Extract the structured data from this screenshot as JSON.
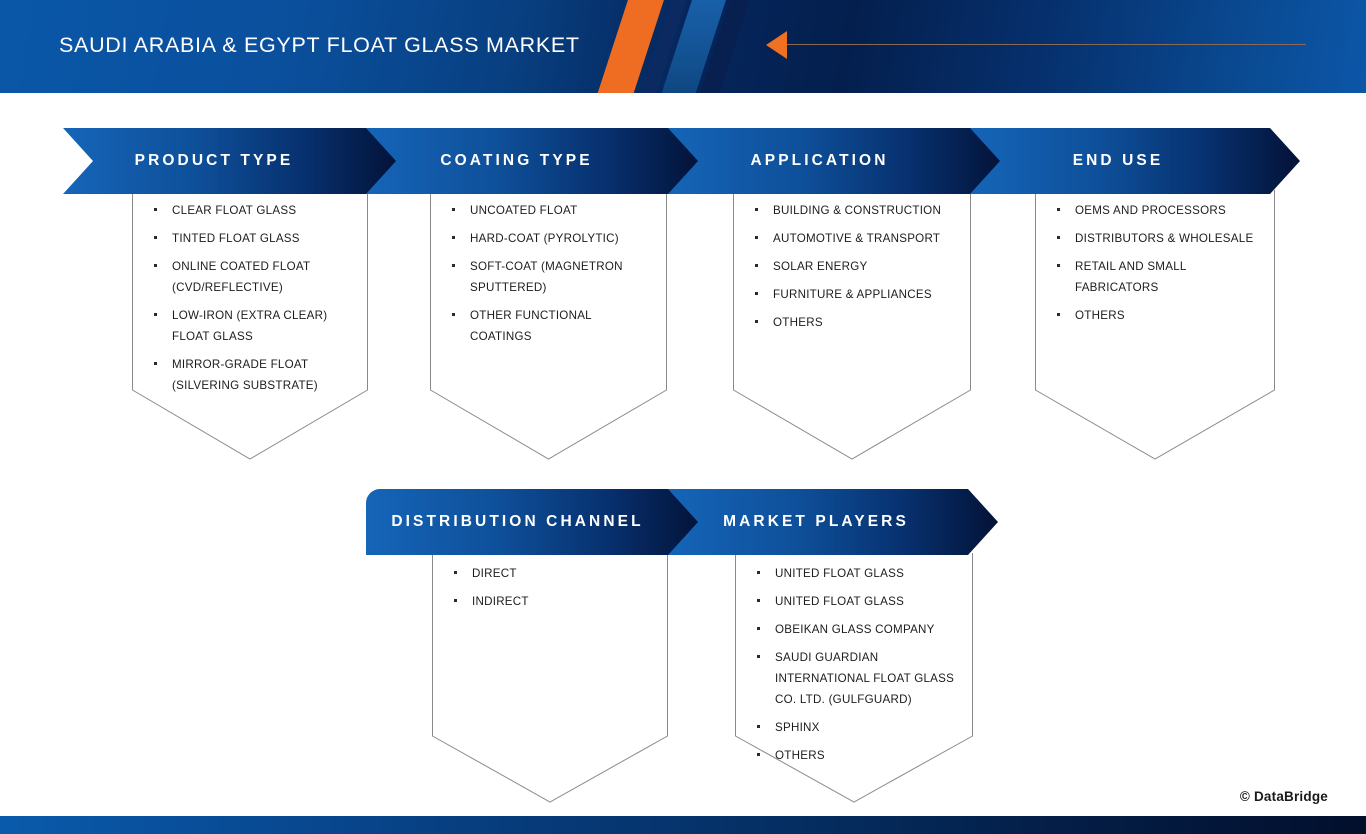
{
  "header": {
    "title": "SAUDI ARABIA & EGYPT FLOAT GLASS MARKET",
    "arrow_icon": "left-arrow-icon",
    "accent_orange": "#ef6c23",
    "brand_blue": "#0a57a8",
    "navy": "#041f4e"
  },
  "categories": [
    {
      "id": "product-type",
      "title": "PRODUCT TYPE",
      "items": [
        "CLEAR FLOAT GLASS",
        "TINTED FLOAT GLASS",
        "ONLINE COATED FLOAT (CVD/REFLECTIVE)",
        "LOW-IRON (EXTRA CLEAR) FLOAT GLASS",
        "MIRROR-GRADE FLOAT (SILVERING SUBSTRATE)"
      ]
    },
    {
      "id": "coating-type",
      "title": "COATING TYPE",
      "items": [
        "UNCOATED FLOAT",
        "HARD-COAT (PYROLYTIC)",
        "SOFT-COAT (MAGNETRON SPUTTERED)",
        "OTHER FUNCTIONAL COATINGS"
      ]
    },
    {
      "id": "application",
      "title": "APPLICATION",
      "items": [
        "BUILDING & CONSTRUCTION",
        "AUTOMOTIVE & TRANSPORT",
        "SOLAR ENERGY",
        "FURNITURE & APPLIANCES",
        "OTHERS"
      ]
    },
    {
      "id": "end-use",
      "title": "END USE",
      "items": [
        "OEMS AND PROCESSORS",
        "DISTRIBUTORS & WHOLESALE",
        "RETAIL AND SMALL FABRICATORS",
        "OTHERS"
      ]
    },
    {
      "id": "distribution-channel",
      "title": "DISTRIBUTION CHANNEL",
      "items": [
        "DIRECT",
        "INDIRECT"
      ]
    },
    {
      "id": "market-players",
      "title": "MARKET PLAYERS",
      "items": [
        "UNITED FLOAT GLASS",
        "UNITED FLOAT GLASS",
        "OBEIKAN GLASS COMPANY",
        "SAUDI GUARDIAN INTERNATIONAL FLOAT GLASS CO. LTD. (GULFGUARD)",
        "SPHINX",
        "OTHERS"
      ]
    }
  ],
  "footer": {
    "credit": "© DataBridge"
  }
}
